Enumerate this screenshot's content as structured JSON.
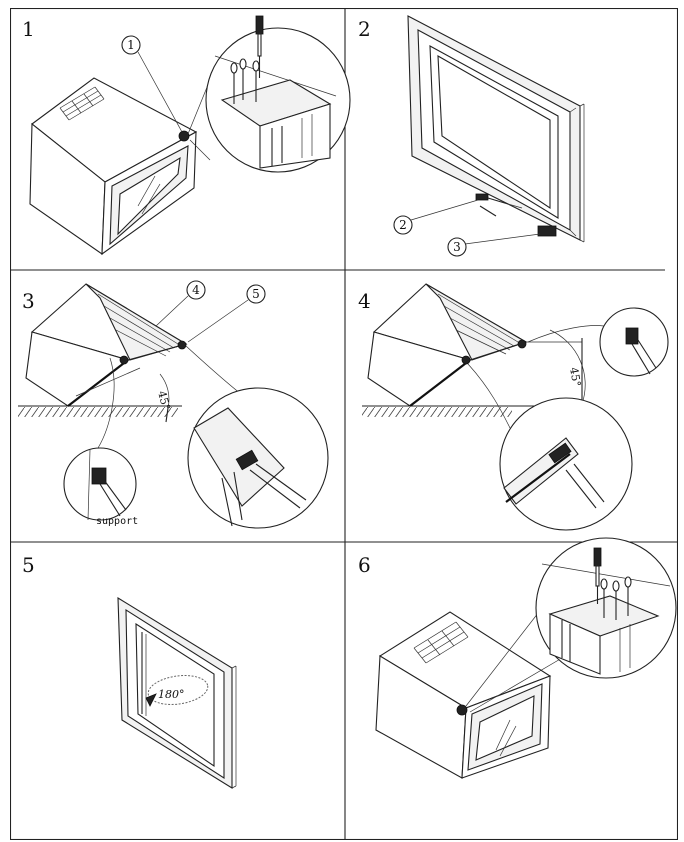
{
  "panels": [
    {
      "number": "1",
      "callouts": [
        "1"
      ]
    },
    {
      "number": "2",
      "callouts": [
        "2",
        "3"
      ]
    },
    {
      "number": "3",
      "callouts": [
        "4",
        "5"
      ],
      "angle": "45°",
      "note": "support"
    },
    {
      "number": "4",
      "angle": "45°"
    },
    {
      "number": "5",
      "rotation": "180°"
    },
    {
      "number": "6"
    }
  ],
  "colors": {
    "line": "#222222",
    "background": "#ffffff"
  }
}
